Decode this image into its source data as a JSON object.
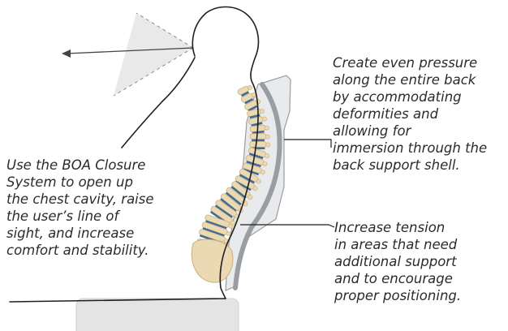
{
  "callouts": {
    "left": [
      "Use the BOA Closure",
      "System to open up",
      "the chest cavity, raise",
      "the user’s line of",
      "sight, and increase",
      "comfort and stability."
    ],
    "right": [
      "Create even pressure",
      "along the entire back",
      "by accommodating",
      "deformities and",
      "allowing for",
      "immersion through the",
      "back support shell."
    ],
    "lower_right": [
      "Increase tension",
      "in areas that need",
      "additional support",
      "and to encourage",
      "proper positioning."
    ]
  },
  "colors": {
    "text": "#2b2b2b",
    "outline": "#1f1f1f",
    "shell": "#9a9ea3",
    "shell_light": "#e8eaec",
    "bone": "#ead9b2",
    "disc": "#3d6a96",
    "seat": "#e4e4e4"
  },
  "icons": [
    "line-of-sight-arrow",
    "vision-cone",
    "spine-illustration",
    "back-support-shell",
    "seat-cushion"
  ]
}
